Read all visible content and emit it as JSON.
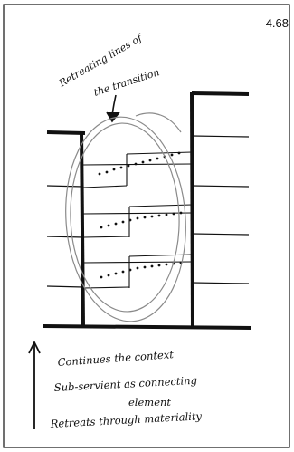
{
  "figure_number": "4.68",
  "annotation_top": {
    "line1": "Retreating lines of",
    "line2": "the transition"
  },
  "notes": [
    "Continues the context",
    "Sub-servient as connecting",
    "element",
    "Retreats through materiality"
  ],
  "colors": {
    "ink": "#111111",
    "ellipse": "#8a8a8a",
    "paper": "#ffffff"
  }
}
